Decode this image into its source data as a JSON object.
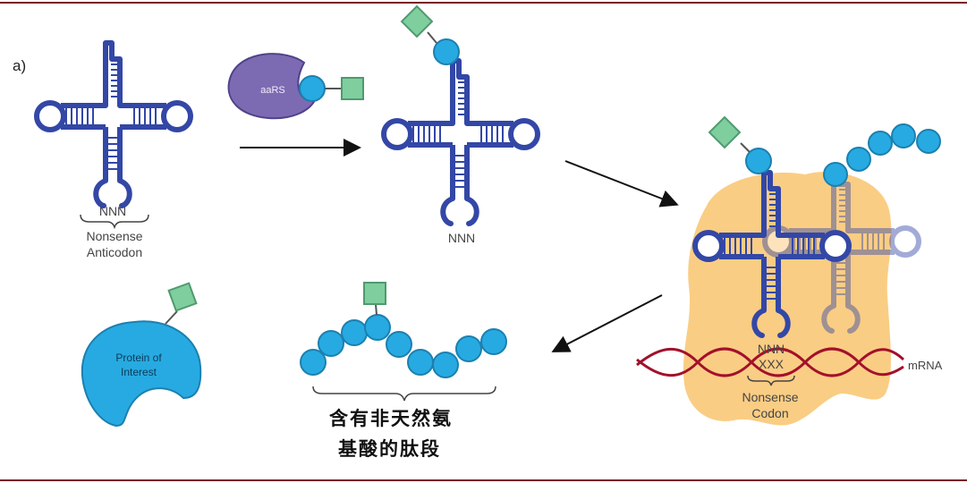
{
  "panel_label": "a)",
  "trna1": {
    "codon": "NNN",
    "caption_line1": "Nonsense",
    "caption_line2": "Anticodon"
  },
  "enzyme": {
    "label": "aaRS"
  },
  "trna2": {
    "codon": "NNN"
  },
  "ribosome": {
    "codon_top": "NNN",
    "codon_bottom": "XXX",
    "caption_line1": "Nonsense",
    "caption_line2": "Codon",
    "mrna_label": "mRNA"
  },
  "protein": {
    "line1": "Protein of",
    "line2": "Interest"
  },
  "peptide": {
    "caption_line1": "含有非天然氨",
    "caption_line2": "基酸的肽段"
  },
  "colors": {
    "trna": "#3347a6",
    "amino": "#27aae1",
    "unnatural": "#7fce9d",
    "ribosome": "#f9c46f",
    "mrna": "#a3102b",
    "frame": "#7a1428"
  }
}
